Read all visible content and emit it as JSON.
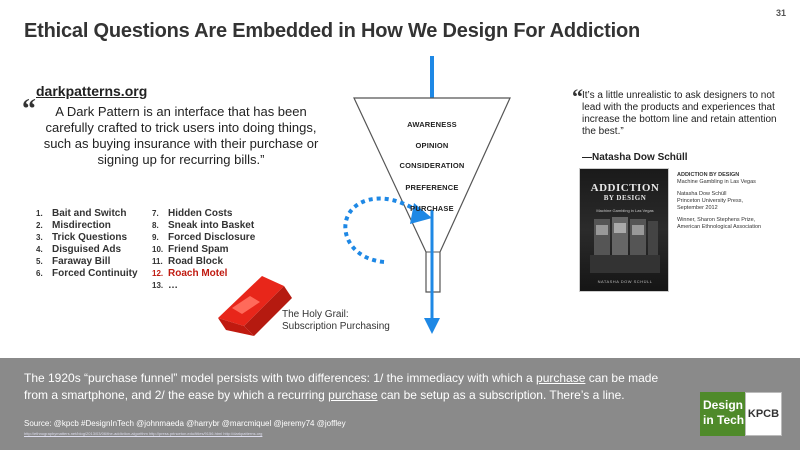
{
  "slide": {
    "number": "31",
    "title": "Ethical Questions Are Embedded in How We Design For Addiction"
  },
  "left": {
    "site": "darkpatterns.org",
    "quote_mark": "“",
    "quote": "A Dark Pattern is an interface that has been carefully crafted to trick users into doing things, such as buying insurance with their purchase or signing up for recurring bills.”",
    "list_a": [
      {
        "num": "1.",
        "label": "Bait and Switch"
      },
      {
        "num": "2.",
        "label": "Misdirection"
      },
      {
        "num": "3.",
        "label": "Trick Questions"
      },
      {
        "num": "4.",
        "label": "Disguised Ads"
      },
      {
        "num": "5.",
        "label": "Faraway Bill"
      },
      {
        "num": "6.",
        "label": "Forced Continuity"
      }
    ],
    "list_b": [
      {
        "num": "7.",
        "label": "Hidden Costs"
      },
      {
        "num": "8.",
        "label": "Sneak into Basket"
      },
      {
        "num": "9.",
        "label": "Forced Disclosure"
      },
      {
        "num": "10.",
        "label": "Friend Spam"
      },
      {
        "num": "11.",
        "label": "Road Block"
      },
      {
        "num": "12.",
        "label": "Roach Motel"
      },
      {
        "num": "13.",
        "label": "…"
      }
    ]
  },
  "funnel": {
    "stages": [
      "AWARENESS",
      "OPINION",
      "CONSIDERATION",
      "PREFERENCE",
      "PURCHASE"
    ],
    "caption_line1": "The Holy Grail:",
    "caption_line2": "Subscription Purchasing",
    "colors": {
      "arrow": "#1e88e5",
      "trap": "#e8261a"
    }
  },
  "right": {
    "quote_mark": "“",
    "quote": "It’s a little unrealistic to ask designers to not lead with the products and experiences that increase the bottom line and retain attention the best.”",
    "author": "—Natasha Dow Schüll",
    "book": {
      "cover_title_1": "ADDICTION",
      "cover_title_2": "BY DESIGN",
      "cover_subtitle": "Machine Gambling in Las Vegas",
      "cover_author": "NATASHA DOW SCHÜLL",
      "info_title": "ADDICTION BY DESIGN",
      "info_subtitle": "Machine Gambling in Las Vegas",
      "info_author": "Natasha Dow Schüll",
      "info_publisher": "Princeton University Press,",
      "info_date": "September 2012",
      "info_award_1": "Winner, Sharon Stephens Prize,",
      "info_award_2": "American Ethnological Association"
    }
  },
  "footer": {
    "text_1": "The 1920s “purchase funnel” model persists with two differences: 1/ the immediacy with which a ",
    "text_link_1": "purchase",
    "text_2": " can be made from a smartphone, and 2/ the ease by which a recurring ",
    "text_link_2": "purchase",
    "text_3": " can be setup as a subscription. There’s a line.",
    "source": "Source: @kpcb #DesignInTech @johnmaeda @harrybr @marcmiquel @jeremy74 @joffley",
    "links": "http://ethnographymatters.net/blog/2013/03/06/the-addiction-algorithm  http://press.princeton.edu/titles/9156.html  http://darkpatterns.org",
    "colors": {
      "background": "#8a8a8a",
      "logo_green": "#4f8a2a"
    }
  },
  "logo": {
    "design_1": "Design",
    "design_2": "in Tech",
    "kpcb": "KPCB"
  }
}
